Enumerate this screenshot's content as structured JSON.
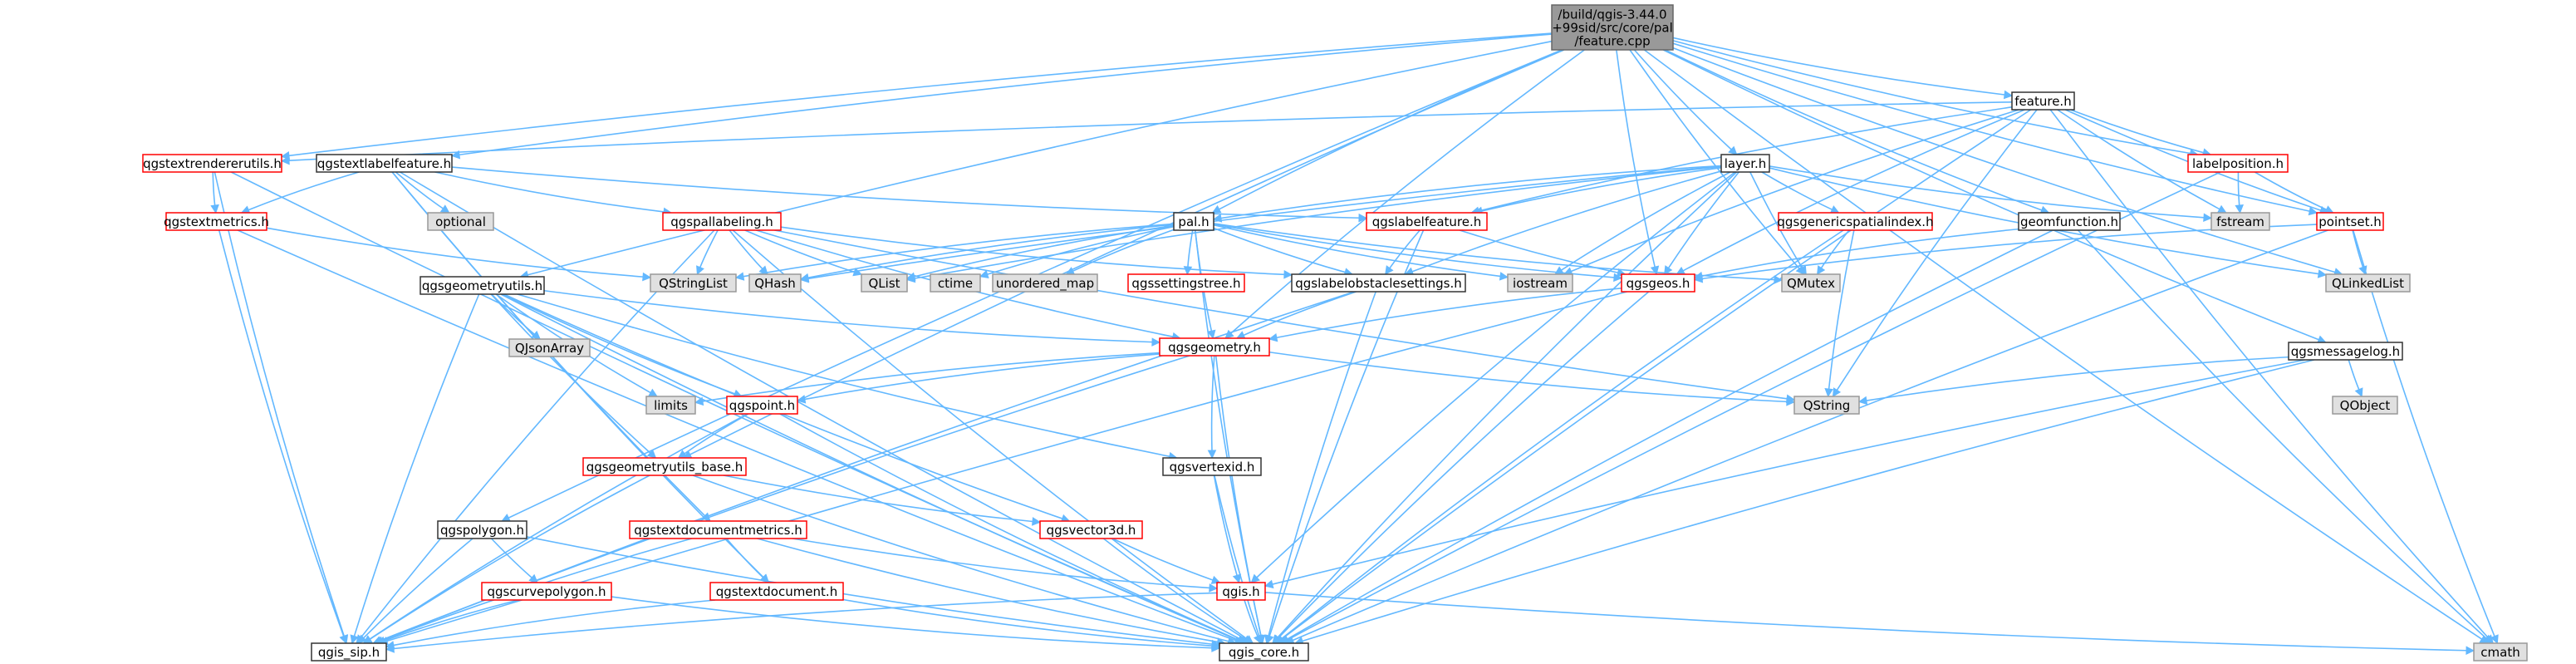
{
  "colors": {
    "edge": "#63b8ff",
    "root_fill": "#999999",
    "root_border": "#666666",
    "header_fill": "#ffffff",
    "header_border": "#333333",
    "incomplete_border": "#ff0000",
    "external_fill": "#e0e0e0",
    "external_border": "#999999",
    "text": "#000000"
  },
  "nodes": [
    {
      "id": "root",
      "label": "/build/qgis-3.44.0\n+99sid/src/core/pal\n/feature.cpp",
      "kind": "root"
    },
    {
      "id": "feature",
      "label": "feature.h",
      "kind": "header"
    },
    {
      "id": "qgstextrendererutils",
      "label": "qgstextrendererutils.h",
      "kind": "incomplete"
    },
    {
      "id": "qgstextlabelfeature",
      "label": "qgstextlabelfeature.h",
      "kind": "header"
    },
    {
      "id": "layer",
      "label": "layer.h",
      "kind": "header"
    },
    {
      "id": "labelposition",
      "label": "labelposition.h",
      "kind": "incomplete"
    },
    {
      "id": "qgstextmetrics",
      "label": "qgstextmetrics.h",
      "kind": "incomplete"
    },
    {
      "id": "optional",
      "label": "optional",
      "kind": "external"
    },
    {
      "id": "qgspallabeling",
      "label": "qgspallabeling.h",
      "kind": "incomplete"
    },
    {
      "id": "pal",
      "label": "pal.h",
      "kind": "header"
    },
    {
      "id": "qgslabelfeature",
      "label": "qgslabelfeature.h",
      "kind": "incomplete"
    },
    {
      "id": "qgsgenericspatialindex",
      "label": "qgsgenericspatialindex.h",
      "kind": "incomplete"
    },
    {
      "id": "geomfunction",
      "label": "geomfunction.h",
      "kind": "header"
    },
    {
      "id": "fstream",
      "label": "fstream",
      "kind": "external"
    },
    {
      "id": "pointset",
      "label": "pointset.h",
      "kind": "incomplete"
    },
    {
      "id": "qgsgeometryutils",
      "label": "qgsgeometryutils.h",
      "kind": "header"
    },
    {
      "id": "qstringlist",
      "label": "QStringList",
      "kind": "external"
    },
    {
      "id": "qhash",
      "label": "QHash",
      "kind": "external"
    },
    {
      "id": "qlist",
      "label": "QList",
      "kind": "external"
    },
    {
      "id": "ctime",
      "label": "ctime",
      "kind": "external"
    },
    {
      "id": "unordered_map",
      "label": "unordered_map",
      "kind": "external"
    },
    {
      "id": "qgssettingstree",
      "label": "qgssettingstree.h",
      "kind": "incomplete"
    },
    {
      "id": "qgslabelobstaclesettings",
      "label": "qgslabelobstaclesettings.h",
      "kind": "header"
    },
    {
      "id": "iostream",
      "label": "iostream",
      "kind": "external"
    },
    {
      "id": "qgsgeos",
      "label": "qgsgeos.h",
      "kind": "incomplete"
    },
    {
      "id": "qmutex",
      "label": "QMutex",
      "kind": "external"
    },
    {
      "id": "qlinkedlist",
      "label": "QLinkedList",
      "kind": "external"
    },
    {
      "id": "qgsmessagelog",
      "label": "qgsmessagelog.h",
      "kind": "header"
    },
    {
      "id": "qjsonarray",
      "label": "QJsonArray",
      "kind": "external"
    },
    {
      "id": "qgsgeometry",
      "label": "qgsgeometry.h",
      "kind": "incomplete"
    },
    {
      "id": "limits",
      "label": "limits",
      "kind": "external"
    },
    {
      "id": "qgspoint",
      "label": "qgspoint.h",
      "kind": "incomplete"
    },
    {
      "id": "qstring",
      "label": "QString",
      "kind": "external"
    },
    {
      "id": "qobject",
      "label": "QObject",
      "kind": "external"
    },
    {
      "id": "qgsgeometryutils_base",
      "label": "qgsgeometryutils_base.h",
      "kind": "incomplete"
    },
    {
      "id": "qgsvertexid",
      "label": "qgsvertexid.h",
      "kind": "header"
    },
    {
      "id": "qgspolygon",
      "label": "qgspolygon.h",
      "kind": "header"
    },
    {
      "id": "qgstextdocumentmetrics",
      "label": "qgstextdocumentmetrics.h",
      "kind": "incomplete"
    },
    {
      "id": "qgsvector3d",
      "label": "qgsvector3d.h",
      "kind": "incomplete"
    },
    {
      "id": "qgscurvepolygon",
      "label": "qgscurvepolygon.h",
      "kind": "incomplete"
    },
    {
      "id": "qgstextdocument",
      "label": "qgstextdocument.h",
      "kind": "incomplete"
    },
    {
      "id": "qgis",
      "label": "qgis.h",
      "kind": "incomplete"
    },
    {
      "id": "qgis_sip",
      "label": "qgis_sip.h",
      "kind": "header"
    },
    {
      "id": "qgis_core",
      "label": "qgis_core.h",
      "kind": "header"
    },
    {
      "id": "cmath",
      "label": "cmath",
      "kind": "external"
    }
  ],
  "edges": [
    [
      "root",
      "feature"
    ],
    [
      "root",
      "qgstextrendererutils"
    ],
    [
      "root",
      "qgstextlabelfeature"
    ],
    [
      "root",
      "layer"
    ],
    [
      "root",
      "labelposition"
    ],
    [
      "root",
      "pal"
    ],
    [
      "root",
      "geomfunction"
    ],
    [
      "root",
      "pointset"
    ],
    [
      "root",
      "qgsgeometryutils"
    ],
    [
      "root",
      "qgsgeos"
    ],
    [
      "root",
      "qmutex"
    ],
    [
      "root",
      "qlinkedlist"
    ],
    [
      "root",
      "qgsmessagelog"
    ],
    [
      "root",
      "qgsgeometry"
    ],
    [
      "root",
      "qgspolygon"
    ],
    [
      "root",
      "qgsgeometryutils_base"
    ],
    [
      "root",
      "cmath"
    ],
    [
      "feature",
      "qgstextrendererutils"
    ],
    [
      "feature",
      "labelposition"
    ],
    [
      "feature",
      "pointset"
    ],
    [
      "feature",
      "fstream"
    ],
    [
      "feature",
      "iostream"
    ],
    [
      "feature",
      "qgslabelfeature"
    ],
    [
      "feature",
      "qstring"
    ],
    [
      "feature",
      "qgis_core"
    ],
    [
      "feature",
      "cmath"
    ],
    [
      "feature",
      "qgsgeos"
    ],
    [
      "qgstextrendererutils",
      "qgstextmetrics"
    ],
    [
      "qgstextrendererutils",
      "qgis_sip"
    ],
    [
      "qgstextrendererutils",
      "qgis_core"
    ],
    [
      "qgstextlabelfeature",
      "qgspallabeling"
    ],
    [
      "qgstextlabelfeature",
      "qgstextmetrics"
    ],
    [
      "qgstextlabelfeature",
      "optional"
    ],
    [
      "qgstextlabelfeature",
      "qgslabelfeature"
    ],
    [
      "qgstextlabelfeature",
      "qgstextdocumentmetrics"
    ],
    [
      "qgstextlabelfeature",
      "qgstextdocument"
    ],
    [
      "qgstextlabelfeature",
      "qgis_core"
    ],
    [
      "qgstextmetrics",
      "qgis_sip"
    ],
    [
      "qgstextmetrics",
      "qgis_core"
    ],
    [
      "qgstextmetrics",
      "qstringlist"
    ],
    [
      "layer",
      "qgslabelfeature"
    ],
    [
      "layer",
      "qgsgenericspatialindex"
    ],
    [
      "layer",
      "qgslabelobstaclesettings"
    ],
    [
      "layer",
      "qgsgeos"
    ],
    [
      "layer",
      "qmutex"
    ],
    [
      "layer",
      "fstream"
    ],
    [
      "layer",
      "qlinkedlist"
    ],
    [
      "layer",
      "qgis"
    ],
    [
      "layer",
      "qgis_core"
    ],
    [
      "layer",
      "qhash"
    ],
    [
      "layer",
      "qlist"
    ],
    [
      "layer",
      "iostream"
    ],
    [
      "layer",
      "pal"
    ],
    [
      "labelposition",
      "fstream"
    ],
    [
      "labelposition",
      "pointset"
    ],
    [
      "labelposition",
      "qgis_core"
    ],
    [
      "qgspallabeling",
      "qgis_core"
    ],
    [
      "qgspallabeling",
      "qstringlist"
    ],
    [
      "qgspallabeling",
      "qhash"
    ],
    [
      "qgspallabeling",
      "qlist"
    ],
    [
      "qgspallabeling",
      "qgslabelobstaclesettings"
    ],
    [
      "qgspallabeling",
      "qgsgeometry"
    ],
    [
      "qgspallabeling",
      "qgis_sip"
    ],
    [
      "qgspallabeling",
      "qstring"
    ],
    [
      "pal",
      "qgis_core"
    ],
    [
      "pal",
      "qstringlist"
    ],
    [
      "pal",
      "qlist"
    ],
    [
      "pal",
      "qhash"
    ],
    [
      "pal",
      "ctime"
    ],
    [
      "pal",
      "unordered_map"
    ],
    [
      "pal",
      "qgssettingstree"
    ],
    [
      "pal",
      "qgsgeos"
    ],
    [
      "pal",
      "qmutex"
    ],
    [
      "pal",
      "iostream"
    ],
    [
      "pal",
      "qgsgeometry"
    ],
    [
      "pal",
      "qgslabelobstaclesettings"
    ],
    [
      "qgslabelfeature",
      "qgslabelobstaclesettings"
    ],
    [
      "qgslabelfeature",
      "qgsgeos"
    ],
    [
      "qgslabelfeature",
      "qgis_core"
    ],
    [
      "qgsgenericspatialindex",
      "qmutex"
    ],
    [
      "qgsgenericspatialindex",
      "qgis_core"
    ],
    [
      "qgsgenericspatialindex",
      "qstring"
    ],
    [
      "geomfunction",
      "qgsgeos"
    ],
    [
      "geomfunction",
      "qgis_core"
    ],
    [
      "geomfunction",
      "cmath"
    ],
    [
      "pointset",
      "qlinkedlist"
    ],
    [
      "pointset",
      "cmath"
    ],
    [
      "pointset",
      "qgsgeos"
    ],
    [
      "pointset",
      "qgis_core"
    ],
    [
      "qgsgeometryutils",
      "qgsgeometry"
    ],
    [
      "qgsgeometryutils",
      "qjsonarray"
    ],
    [
      "qgsgeometryutils",
      "limits"
    ],
    [
      "qgsgeometryutils",
      "qgspoint"
    ],
    [
      "qgsgeometryutils",
      "qgsgeometryutils_base"
    ],
    [
      "qgsgeometryutils",
      "qgsvertexid"
    ],
    [
      "qgsgeometryutils",
      "qgsvector3d"
    ],
    [
      "qgsgeometryutils",
      "qgis_core"
    ],
    [
      "qgsgeometryutils",
      "qgis_sip"
    ],
    [
      "qgslabelobstaclesettings",
      "qgis_core"
    ],
    [
      "qgslabelobstaclesettings",
      "qgis_sip"
    ],
    [
      "qgslabelobstaclesettings",
      "qgsgeometry"
    ],
    [
      "qgsgeos",
      "qgsgeometry"
    ],
    [
      "qgsgeos",
      "qgis_core"
    ],
    [
      "qgsgeos",
      "qgis_sip"
    ],
    [
      "qgsmessagelog",
      "qstring"
    ],
    [
      "qgsmessagelog",
      "qobject"
    ],
    [
      "qgsmessagelog",
      "qgis"
    ],
    [
      "qgsmessagelog",
      "qgis_core"
    ],
    [
      "qgsgeometry",
      "limits"
    ],
    [
      "qgsgeometry",
      "qgspoint"
    ],
    [
      "qgsgeometry",
      "qstring"
    ],
    [
      "qgsgeometry",
      "qgsvertexid"
    ],
    [
      "qgsgeometry",
      "qgis_core"
    ],
    [
      "qgsgeometry",
      "qgis_sip"
    ],
    [
      "qgspoint",
      "qgsgeometryutils_base"
    ],
    [
      "qgspoint",
      "qgis_core"
    ],
    [
      "qgspoint",
      "qgis_sip"
    ],
    [
      "qgsgeometryutils_base",
      "qgsvector3d"
    ],
    [
      "qgsgeometryutils_base",
      "qgis_core"
    ],
    [
      "qgsgeometryutils_base",
      "qgis_sip"
    ],
    [
      "qgsvertexid",
      "qgis"
    ],
    [
      "qgsvertexid",
      "qgis_core"
    ],
    [
      "qgspolygon",
      "qgscurvepolygon"
    ],
    [
      "qgspolygon",
      "qgis_core"
    ],
    [
      "qgspolygon",
      "qgis_sip"
    ],
    [
      "qgstextdocumentmetrics",
      "qgstextdocument"
    ],
    [
      "qgstextdocumentmetrics",
      "qgis_core"
    ],
    [
      "qgstextdocumentmetrics",
      "qgis_sip"
    ],
    [
      "qgstextdocumentmetrics",
      "qgis"
    ],
    [
      "qgsvector3d",
      "qgis"
    ],
    [
      "qgsvector3d",
      "qgis_core"
    ],
    [
      "qgscurvepolygon",
      "qgis_core"
    ],
    [
      "qgscurvepolygon",
      "qgis_sip"
    ],
    [
      "qgstextdocument",
      "qgis_core"
    ],
    [
      "qgstextdocument",
      "qgis_sip"
    ],
    [
      "qgis",
      "qgis_core"
    ],
    [
      "qgis",
      "qgis_sip"
    ],
    [
      "qgis",
      "cmath"
    ]
  ]
}
